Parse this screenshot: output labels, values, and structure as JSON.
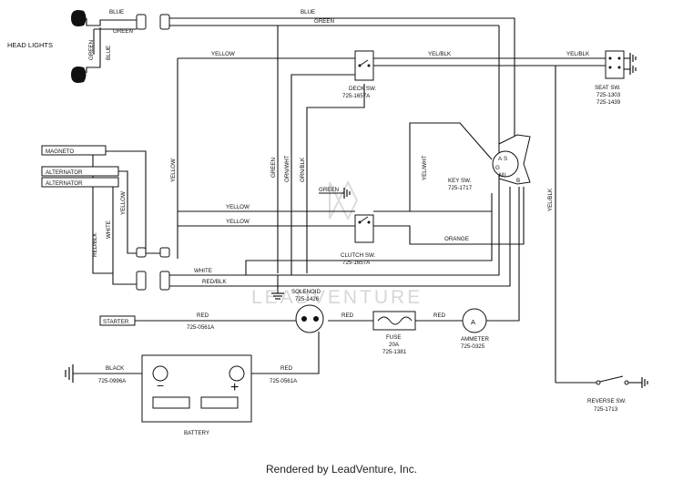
{
  "components": {
    "head_lights": "HEAD LIGHTS",
    "magneto": "MAGNETO",
    "alternator_1": "ALTERNATOR",
    "alternator_2": "ALTERNATOR",
    "starter": "STARTER",
    "deck_sw": "DECK SW.",
    "deck_sw_part": "725-1657A",
    "clutch_sw": "CLUTCH SW.",
    "clutch_sw_part": "725-1657A",
    "seat_sw": "SEAT SW.",
    "seat_sw_part1": "725-1303",
    "seat_sw_part2": "725-1439",
    "key_sw": "KEY SW.",
    "key_sw_part": "725-1717",
    "key_pins": [
      "A",
      "S",
      "G",
      "M",
      "L",
      "B"
    ],
    "solenoid": "SOLENOID",
    "solenoid_part": "725-1426",
    "fuse": "FUSE",
    "fuse_rating": "20A",
    "fuse_part": "725-1381",
    "ammeter": "AMMETER",
    "ammeter_part": "725-0325",
    "ammeter_symbol": "A",
    "reverse_sw": "REVERSE SW.",
    "reverse_sw_part": "725-1713",
    "battery": "BATTERY",
    "battery_minus": "−",
    "battery_plus": "+"
  },
  "wires": {
    "blue_1": "BLUE",
    "blue_2": "BLUE",
    "blue_3": "BLUE",
    "green_1": "GREEN",
    "green_2": "GREEN",
    "green_3": "GREEN",
    "green_4": "GREEN",
    "green_5": "GREEN",
    "yellow_1": "YELLOW",
    "yellow_2": "YELLOW",
    "yellow_3": "YELLOW",
    "yellow_4": "YELLOW",
    "yellow_5": "YELLOW",
    "yel_blk_1": "YEL/BLK",
    "yel_blk_2": "YEL/BLK",
    "yel_blk_3": "YEL/BLK",
    "yel_wht": "YEL/WHT",
    "orn_wht": "ORN/WHT",
    "orn_blk": "ORN/BLK",
    "orange": "ORANGE",
    "white_1": "WHITE",
    "white_2": "WHITE",
    "red_blk_1": "RED/BLK",
    "red_blk_2": "RED/BLK",
    "red_1": "RED",
    "red_2": "RED",
    "red_3": "RED",
    "red_4": "RED",
    "black": "BLACK",
    "part_starter_red": "725-0561A",
    "part_black": "725-0996A",
    "part_battery_red": "725-0561A"
  },
  "watermark": "LEADVENTURE",
  "footer": "Rendered by LeadVenture, Inc."
}
